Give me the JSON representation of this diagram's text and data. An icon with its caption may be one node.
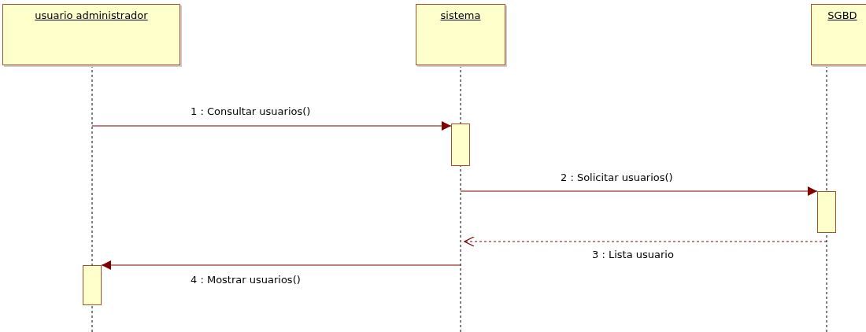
{
  "diagram": {
    "nodes": [
      {
        "text": [
          "usuario administrador"
        ]
      },
      {
        "text": [
          "sistema"
        ]
      },
      {
        "text": [
          "SGBD"
        ]
      }
    ],
    "edges": [
      {
        "from": 0,
        "to": 1,
        "arrow": "to",
        "label": "1 : Consultar usuarios()"
      },
      {
        "from": 1,
        "to": 2,
        "arrow": "to",
        "label": "2 : Solicitar usuarios()"
      },
      {
        "from": 2,
        "to": 1,
        "arrow": "to",
        "label": "3 : Lista usuario",
        "style": "dashed"
      },
      {
        "from": 1,
        "to": 0,
        "arrow": "to",
        "label": "4 : Mostrar usuarios()"
      }
    ]
  }
}
